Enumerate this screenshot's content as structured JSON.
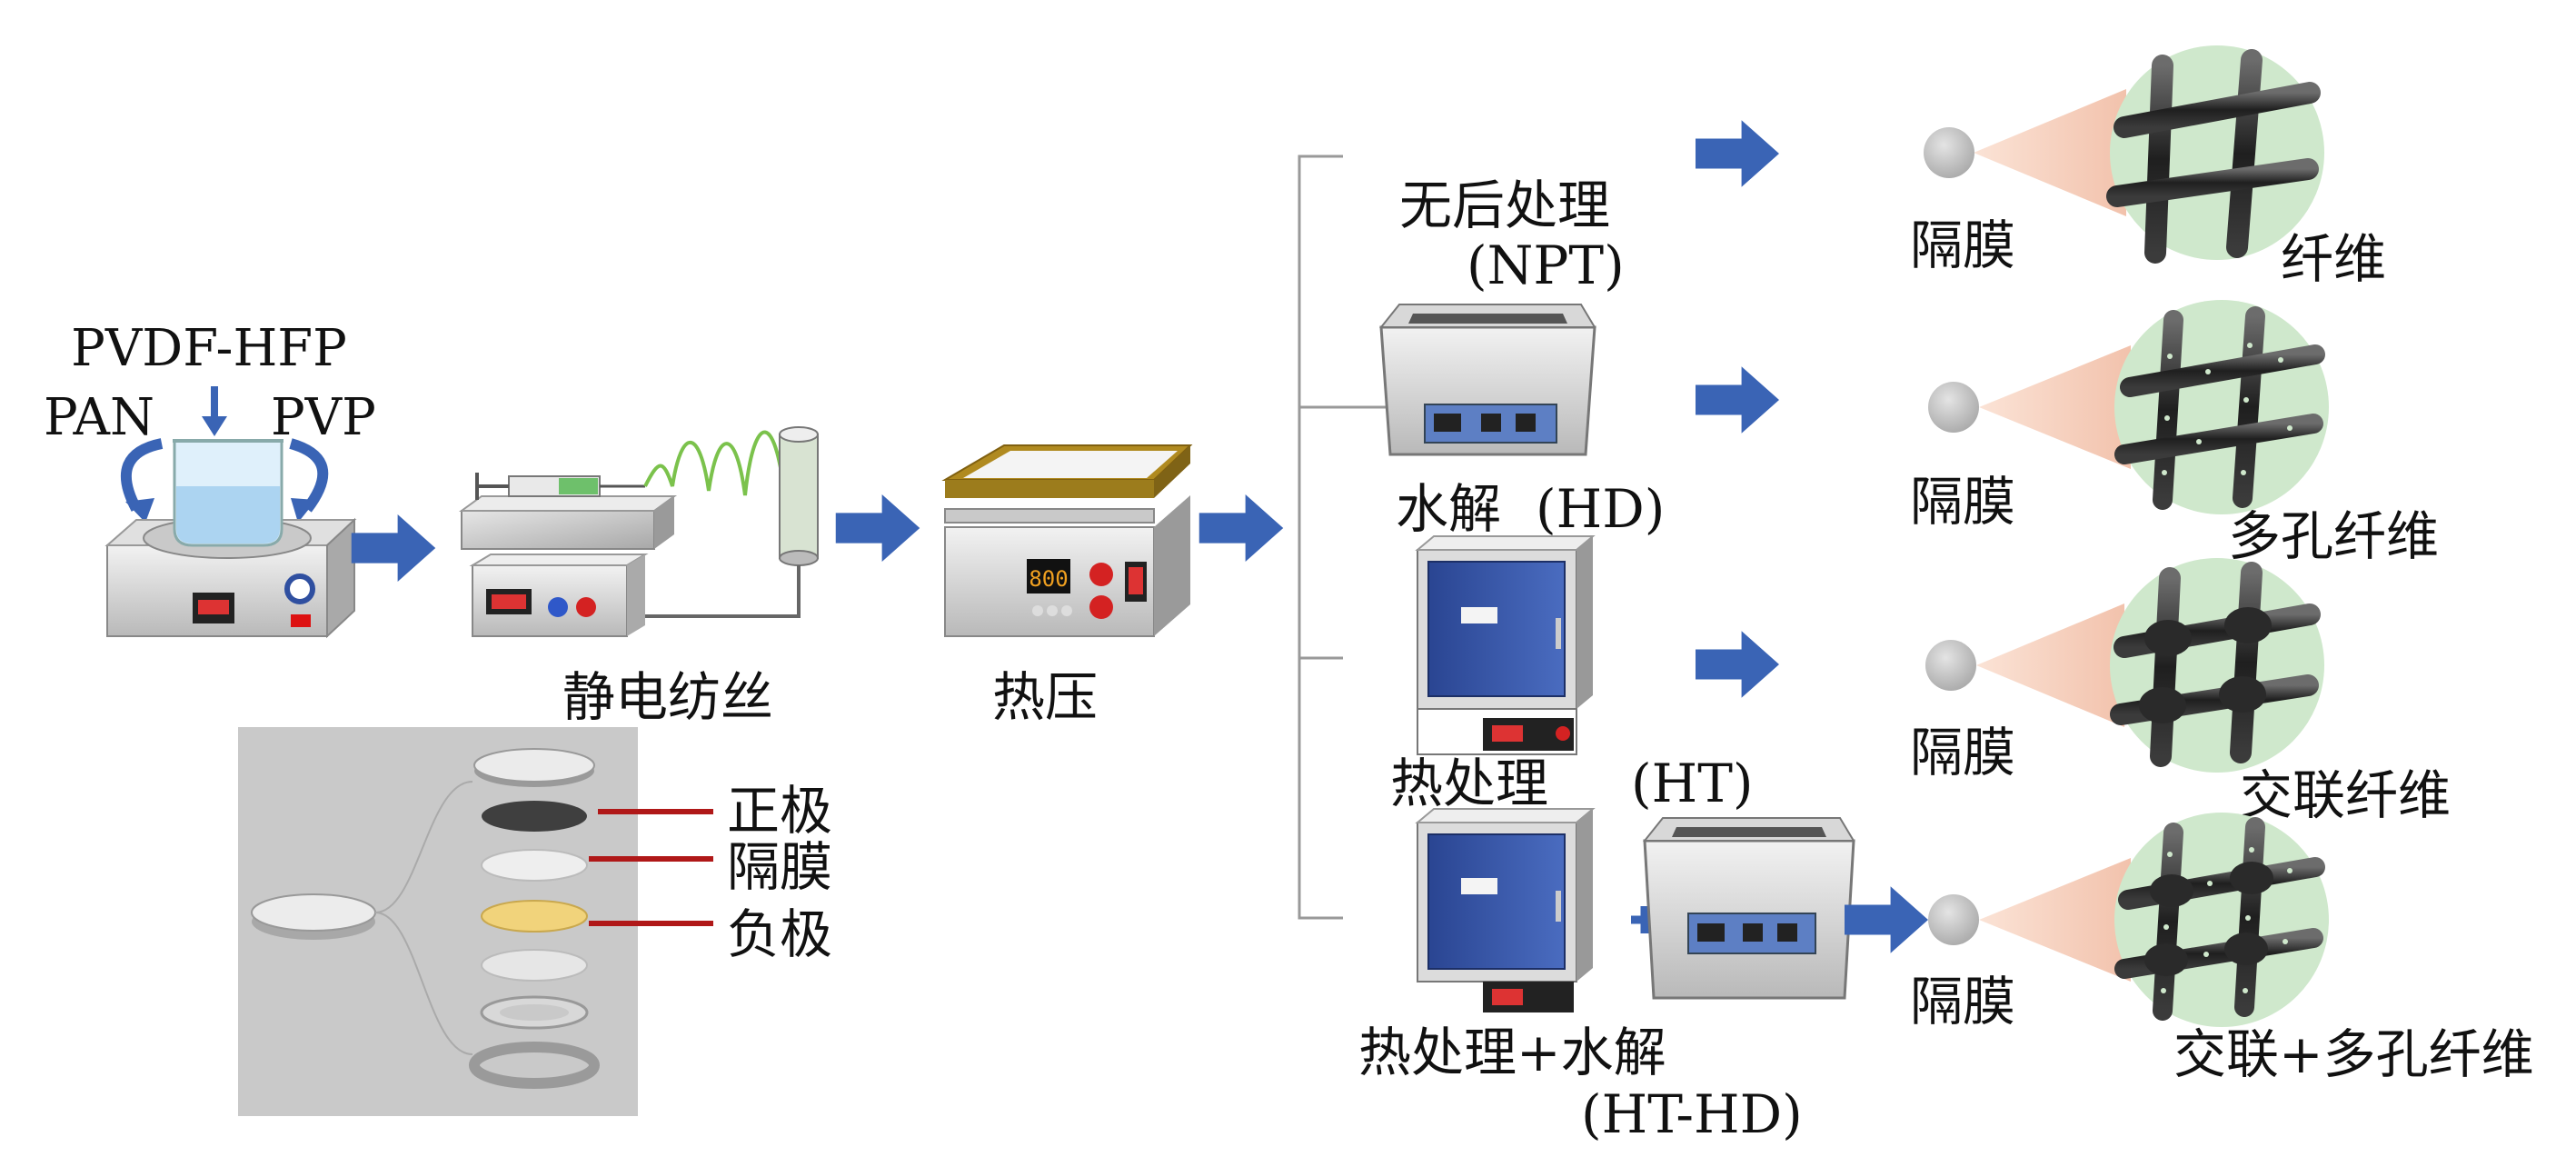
{
  "inputs": {
    "material_1": "PVDF-HFP",
    "material_2": "PAN",
    "material_3": "PVP"
  },
  "steps": {
    "electrospinning": "静电纺丝",
    "hot_press": "热压",
    "hot_press_display": "800"
  },
  "battery": {
    "cathode": "正极",
    "separator": "隔膜",
    "anode": "负极"
  },
  "branches": [
    {
      "label_cn": "无后处理",
      "label_en": "(NPT)",
      "product": "隔膜",
      "fiber": "纤维"
    },
    {
      "label_cn": "水解",
      "label_en": "(HD)",
      "product": "隔膜",
      "fiber": "多孔纤维"
    },
    {
      "label_cn": "热处理",
      "label_en": "(HT)",
      "product": "隔膜",
      "fiber": "交联纤维"
    },
    {
      "label_cn": "热处理+水解",
      "label_en": "(HT-HD)",
      "product": "隔膜",
      "fiber": "交联+多孔纤维"
    }
  ],
  "colors": {
    "arrow_blue": "#3a64b5",
    "fiber_circle": "#cfe8cc",
    "cone": "#f6d2c0",
    "oven_blue": "#2f4fa0",
    "red_line": "#b01818"
  }
}
